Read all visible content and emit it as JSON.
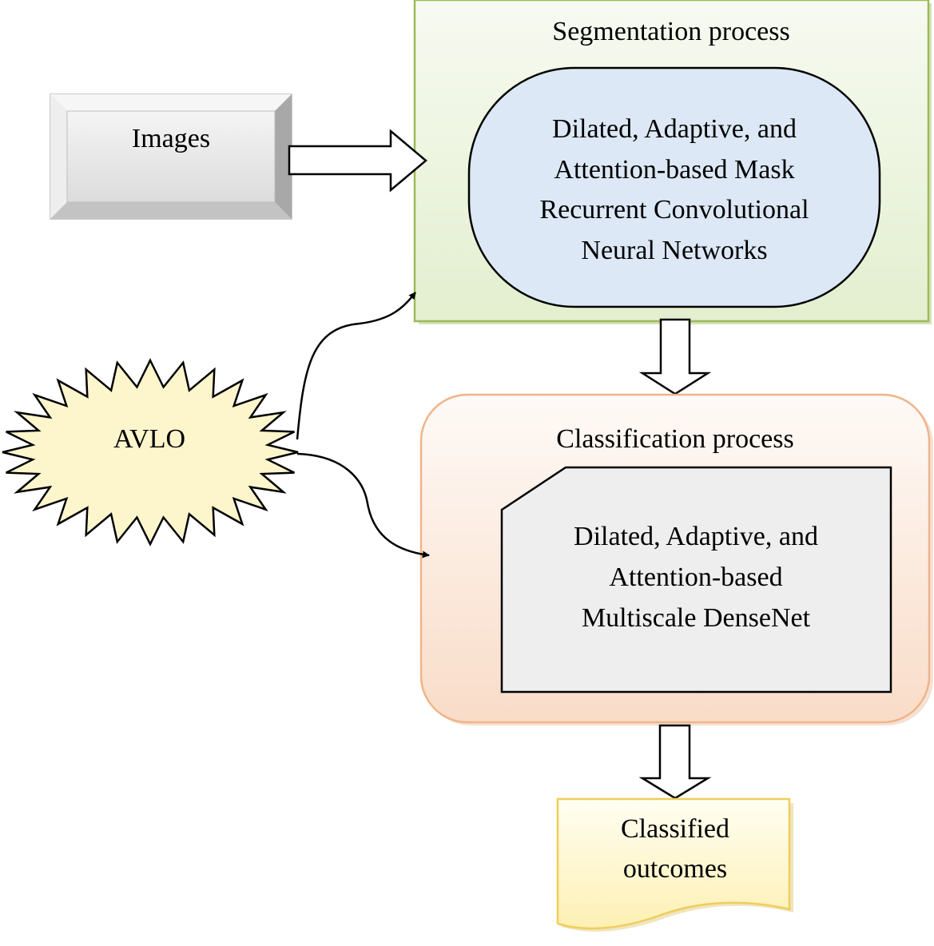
{
  "inputs": {
    "images_label": "Images"
  },
  "optimizer": {
    "label": "AVLO"
  },
  "segmentation": {
    "title": "Segmentation process",
    "model_lines": [
      "Dilated, Adaptive, and",
      "Attention-based Mask",
      "Recurrent Convolutional",
      "Neural Networks"
    ]
  },
  "classification": {
    "title": "Classification process",
    "model_lines": [
      "Dilated, Adaptive, and",
      "Attention-based",
      "Multiscale DenseNet"
    ]
  },
  "output": {
    "lines": [
      "Classified",
      "outcomes"
    ]
  },
  "colors": {
    "segmentation_border": "#9bbb59",
    "segmentation_fill_top": "#f7faf1",
    "segmentation_fill_bottom": "#e3efcf",
    "seg_model_fill": "#dce8f5",
    "classification_border": "#f0b489",
    "classification_fill_top": "#fefaf7",
    "classification_fill_bottom": "#f9dcc8",
    "class_model_fill": "#eeeeee",
    "avlo_fill": "#fdf5cc",
    "output_fill_top": "#fffef2",
    "output_fill_bottom": "#fdf0b4",
    "output_border": "#f0cd59"
  }
}
